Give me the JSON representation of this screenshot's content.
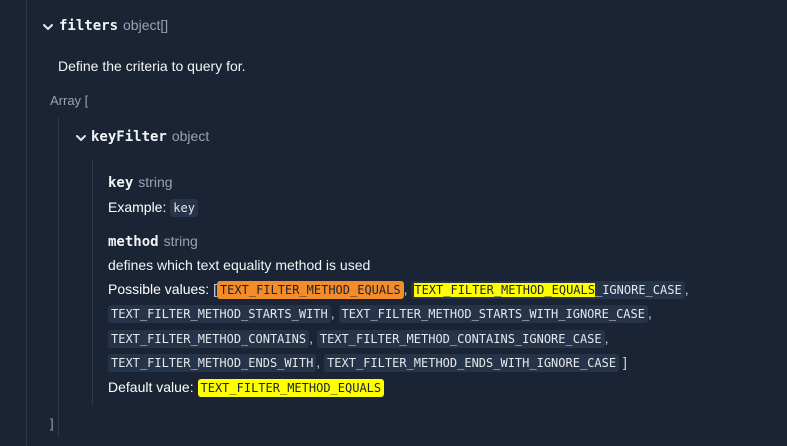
{
  "filters": {
    "name": "filters",
    "type": "object[]",
    "description": "Define the criteria to query for.",
    "array_open": "Array [",
    "array_close": "]"
  },
  "keyFilter": {
    "name": "keyFilter",
    "type": "object"
  },
  "key": {
    "name": "key",
    "type": "string",
    "example_label": "Example:",
    "example_value": "key"
  },
  "method": {
    "name": "method",
    "type": "string",
    "description": "defines which text equality method is used",
    "possible_label": "Possible values:",
    "bracket_open": "[",
    "bracket_close": "]",
    "comma": ",",
    "values": [
      "TEXT_FILTER_METHOD_EQUALS",
      "TEXT_FILTER_METHOD_EQUALS",
      "_IGNORE_CASE",
      "TEXT_FILTER_METHOD_STARTS_WITH",
      "TEXT_FILTER_METHOD_STARTS_WITH_IGNORE_CASE",
      "TEXT_FILTER_METHOD_CONTAINS",
      "TEXT_FILTER_METHOD_CONTAINS_IGNORE_CASE",
      "TEXT_FILTER_METHOD_ENDS_WITH",
      "TEXT_FILTER_METHOD_ENDS_WITH_IGNORE_CASE"
    ],
    "default_label": "Default value:",
    "default_value": "TEXT_FILTER_METHOD_EQUALS"
  },
  "colors": {
    "background": "#1b2434",
    "search_highlight_current": "#f58c2a",
    "search_highlight": "#ffff00",
    "code_background": "#26344a"
  },
  "icons": {
    "collapse": "chevron-down-icon"
  }
}
